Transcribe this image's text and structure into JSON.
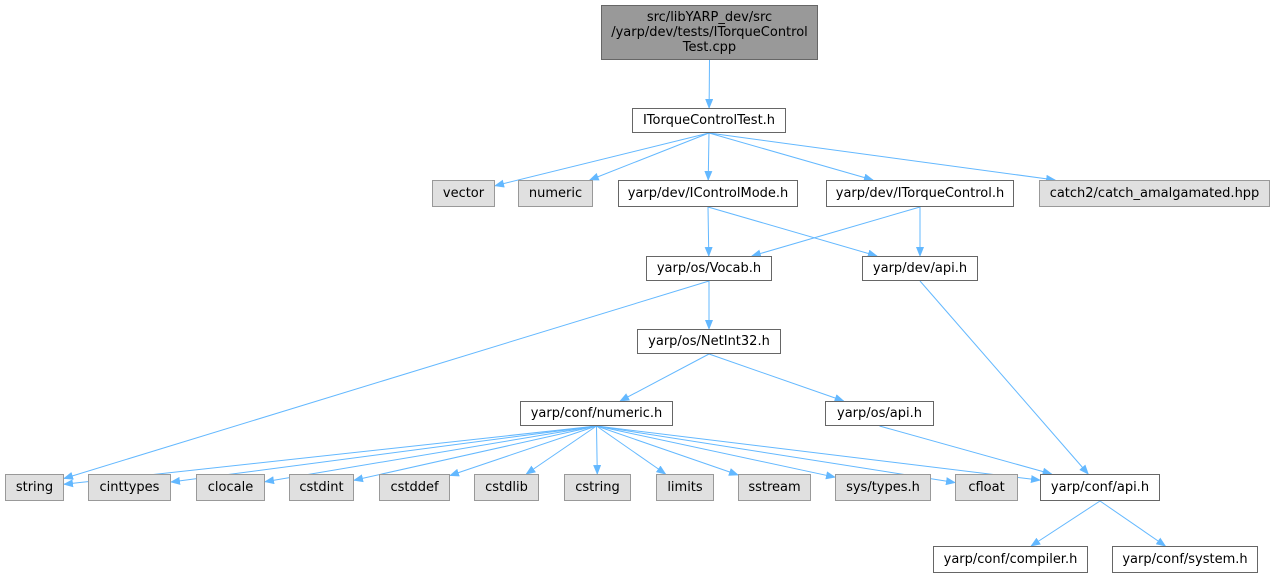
{
  "colors": {
    "edge": "#63b8ff",
    "root_fill": "#999999",
    "system_fill": "#e0e0e0",
    "file_fill": "#ffffff",
    "border": "#666666"
  },
  "nodes": [
    {
      "id": "root",
      "kind": "root",
      "lines": [
        "src/libYARP_dev/src",
        "/yarp/dev/tests/ITorqueControl",
        "Test.cpp"
      ]
    },
    {
      "id": "itorquecontroltest",
      "kind": "file",
      "lines": [
        "ITorqueControlTest.h"
      ]
    },
    {
      "id": "vector",
      "kind": "sys",
      "lines": [
        "vector"
      ]
    },
    {
      "id": "numeric",
      "kind": "sys",
      "lines": [
        "numeric"
      ]
    },
    {
      "id": "icontrolmode",
      "kind": "file",
      "lines": [
        "yarp/dev/IControlMode.h"
      ]
    },
    {
      "id": "itorquecontrol",
      "kind": "file",
      "lines": [
        "yarp/dev/ITorqueControl.h"
      ]
    },
    {
      "id": "catch2",
      "kind": "sys",
      "lines": [
        "catch2/catch_amalgamated.hpp"
      ]
    },
    {
      "id": "vocab",
      "kind": "file",
      "lines": [
        "yarp/os/Vocab.h"
      ]
    },
    {
      "id": "devapi",
      "kind": "file",
      "lines": [
        "yarp/dev/api.h"
      ]
    },
    {
      "id": "netint32",
      "kind": "file",
      "lines": [
        "yarp/os/NetInt32.h"
      ]
    },
    {
      "id": "confnumeric",
      "kind": "file",
      "lines": [
        "yarp/conf/numeric.h"
      ]
    },
    {
      "id": "osapi",
      "kind": "file",
      "lines": [
        "yarp/os/api.h"
      ]
    },
    {
      "id": "string",
      "kind": "sys",
      "lines": [
        "string"
      ]
    },
    {
      "id": "cinttypes",
      "kind": "sys",
      "lines": [
        "cinttypes"
      ]
    },
    {
      "id": "clocale",
      "kind": "sys",
      "lines": [
        "clocale"
      ]
    },
    {
      "id": "cstdint",
      "kind": "sys",
      "lines": [
        "cstdint"
      ]
    },
    {
      "id": "cstddef",
      "kind": "sys",
      "lines": [
        "cstddef"
      ]
    },
    {
      "id": "cstdlib",
      "kind": "sys",
      "lines": [
        "cstdlib"
      ]
    },
    {
      "id": "cstring",
      "kind": "sys",
      "lines": [
        "cstring"
      ]
    },
    {
      "id": "limits",
      "kind": "sys",
      "lines": [
        "limits"
      ]
    },
    {
      "id": "sstream",
      "kind": "sys",
      "lines": [
        "sstream"
      ]
    },
    {
      "id": "systypes",
      "kind": "sys",
      "lines": [
        "sys/types.h"
      ]
    },
    {
      "id": "cfloat",
      "kind": "sys",
      "lines": [
        "cfloat"
      ]
    },
    {
      "id": "confapi",
      "kind": "file",
      "lines": [
        "yarp/conf/api.h"
      ]
    },
    {
      "id": "compiler",
      "kind": "file",
      "lines": [
        "yarp/conf/compiler.h"
      ]
    },
    {
      "id": "system",
      "kind": "file",
      "lines": [
        "yarp/conf/system.h"
      ]
    }
  ],
  "edges": [
    [
      "root",
      "itorquecontroltest"
    ],
    [
      "itorquecontroltest",
      "vector"
    ],
    [
      "itorquecontroltest",
      "numeric"
    ],
    [
      "itorquecontroltest",
      "icontrolmode"
    ],
    [
      "itorquecontroltest",
      "itorquecontrol"
    ],
    [
      "itorquecontroltest",
      "catch2"
    ],
    [
      "icontrolmode",
      "vocab"
    ],
    [
      "icontrolmode",
      "devapi"
    ],
    [
      "itorquecontrol",
      "vocab"
    ],
    [
      "itorquecontrol",
      "devapi"
    ],
    [
      "vocab",
      "string"
    ],
    [
      "vocab",
      "netint32"
    ],
    [
      "devapi",
      "confapi"
    ],
    [
      "netint32",
      "confnumeric"
    ],
    [
      "netint32",
      "osapi"
    ],
    [
      "osapi",
      "confapi"
    ],
    [
      "confnumeric",
      "string"
    ],
    [
      "confnumeric",
      "cinttypes"
    ],
    [
      "confnumeric",
      "clocale"
    ],
    [
      "confnumeric",
      "cstdint"
    ],
    [
      "confnumeric",
      "cstddef"
    ],
    [
      "confnumeric",
      "cstdlib"
    ],
    [
      "confnumeric",
      "cstring"
    ],
    [
      "confnumeric",
      "limits"
    ],
    [
      "confnumeric",
      "sstream"
    ],
    [
      "confnumeric",
      "systypes"
    ],
    [
      "confnumeric",
      "cfloat"
    ],
    [
      "confnumeric",
      "confapi"
    ],
    [
      "confapi",
      "compiler"
    ],
    [
      "confapi",
      "system"
    ]
  ]
}
